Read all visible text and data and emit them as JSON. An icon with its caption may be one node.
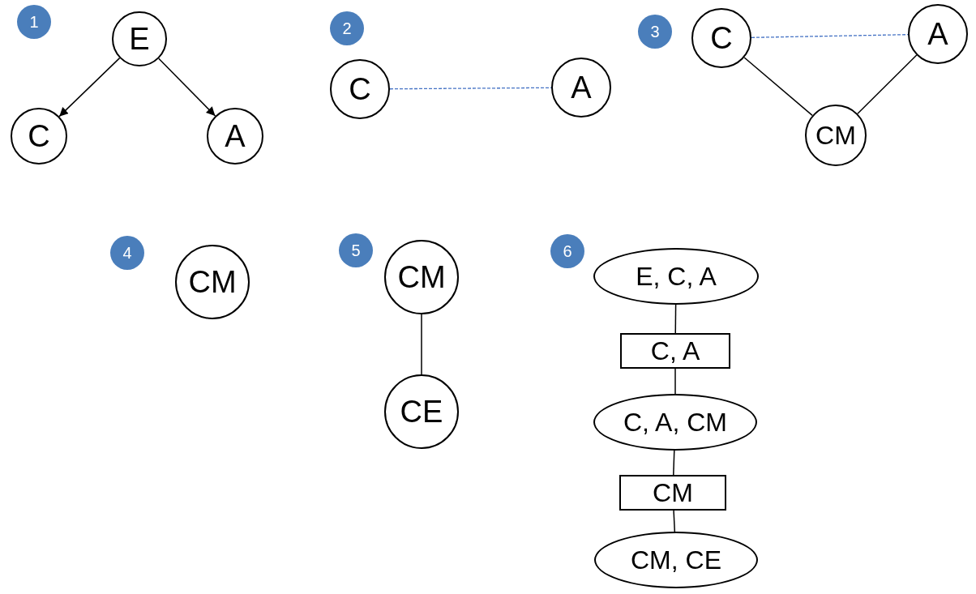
{
  "diagram": {
    "nodes": [
      {
        "text": [
          "1"
        ]
      },
      {
        "text": [
          "E"
        ]
      },
      {
        "text": [
          "C"
        ]
      },
      {
        "text": [
          "A"
        ]
      },
      {
        "text": [
          "2"
        ]
      },
      {
        "text": [
          "C"
        ]
      },
      {
        "text": [
          "A"
        ]
      },
      {
        "text": [
          "3"
        ]
      },
      {
        "text": [
          "C"
        ]
      },
      {
        "text": [
          "A"
        ]
      },
      {
        "text": [
          "CM"
        ]
      },
      {
        "text": [
          "4"
        ]
      },
      {
        "text": [
          "CM"
        ]
      },
      {
        "text": [
          "5"
        ]
      },
      {
        "text": [
          "CM"
        ]
      },
      {
        "text": [
          "CE"
        ]
      },
      {
        "text": [
          "6"
        ]
      },
      {
        "text": [
          "E, C, A"
        ]
      },
      {
        "text": [
          "C, A"
        ]
      },
      {
        "text": [
          "C, A, CM"
        ]
      },
      {
        "text": [
          "CM"
        ]
      },
      {
        "text": [
          "CM, CE"
        ]
      }
    ],
    "edges": [
      {
        "from": 1,
        "to": 2,
        "arrow": "to"
      },
      {
        "from": 1,
        "to": 3,
        "arrow": "to"
      },
      {
        "from": 5,
        "to": 6,
        "arrow": "none",
        "style": "dashed",
        "color": "#4472c4"
      },
      {
        "from": 8,
        "to": 9,
        "arrow": "none",
        "style": "dashed",
        "color": "#4472c4"
      },
      {
        "from": 8,
        "to": 10,
        "arrow": "none"
      },
      {
        "from": 9,
        "to": 10,
        "arrow": "none"
      },
      {
        "from": 14,
        "to": 15,
        "arrow": "none"
      },
      {
        "from": 17,
        "to": 18,
        "arrow": "none"
      },
      {
        "from": 18,
        "to": 19,
        "arrow": "none"
      },
      {
        "from": 19,
        "to": 20,
        "arrow": "none"
      },
      {
        "from": 20,
        "to": 21,
        "arrow": "none"
      }
    ]
  }
}
